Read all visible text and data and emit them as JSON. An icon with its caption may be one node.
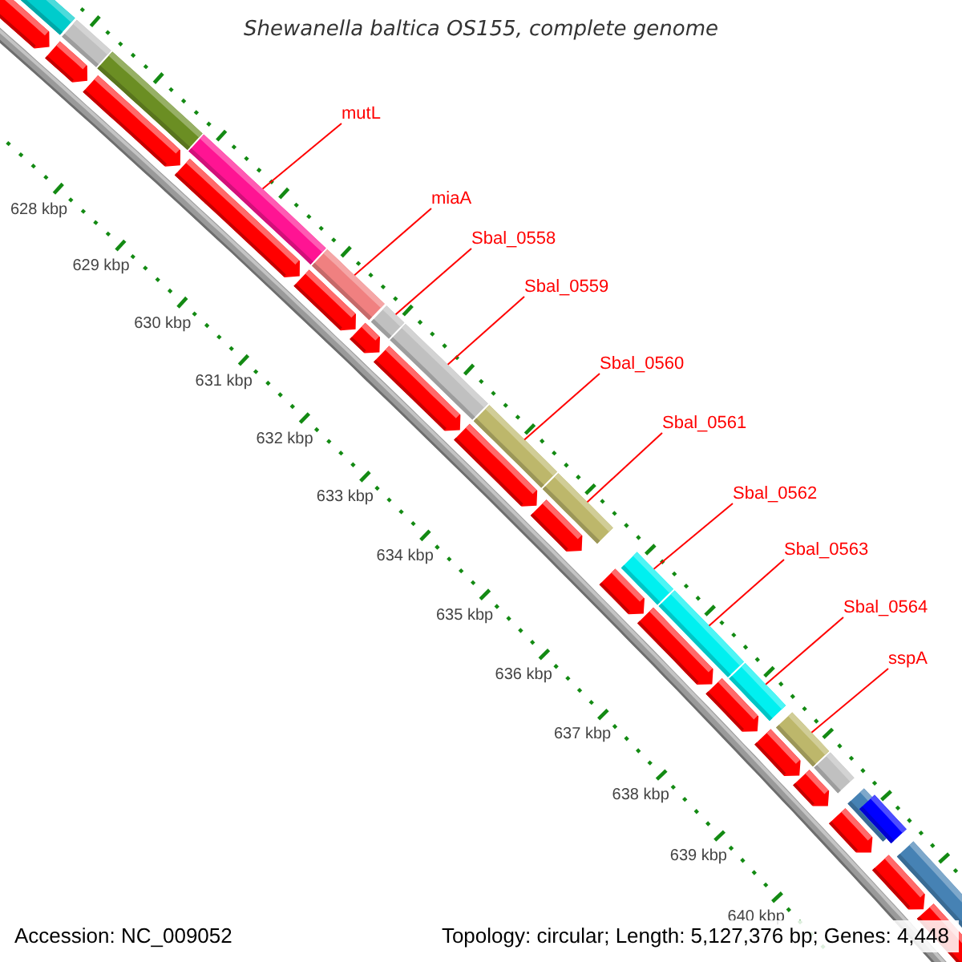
{
  "diagram": {
    "title": "Shewanella baltica OS155, complete genome",
    "nodes": [
      {
        "text": [
          "mutL"
        ]
      },
      {
        "text": [
          "miaA"
        ]
      },
      {
        "text": [
          "Sbal_0558"
        ]
      },
      {
        "text": [
          "Sbal_0559"
        ]
      },
      {
        "text": [
          "Sbal_0560"
        ]
      },
      {
        "text": [
          "Sbal_0561"
        ]
      },
      {
        "text": [
          "Sbal_0562"
        ]
      },
      {
        "text": [
          "Sbal_0563"
        ]
      },
      {
        "text": [
          "Sbal_0564"
        ]
      },
      {
        "text": [
          "sspA"
        ]
      },
      {
        "text": [],
        "shape": "bar"
      },
      {
        "text": [],
        "shape": "bar"
      },
      {
        "text": [],
        "shape": "bar"
      },
      {
        "text": [],
        "shape": "bar"
      },
      {
        "text": [],
        "shape": "bar"
      },
      {
        "text": [],
        "shape": "bar"
      },
      {
        "text": [],
        "shape": "bar"
      },
      {
        "text": [],
        "shape": "bar"
      },
      {
        "text": [],
        "shape": "bar"
      },
      {
        "text": [],
        "shape": "bar"
      }
    ],
    "edges": [
      {
        "from": 0,
        "to": 10,
        "arrow": "none"
      },
      {
        "from": 1,
        "to": 11,
        "arrow": "none"
      },
      {
        "from": 2,
        "to": 12,
        "arrow": "none"
      },
      {
        "from": 3,
        "to": 13,
        "arrow": "none"
      },
      {
        "from": 4,
        "to": 14,
        "arrow": "none"
      },
      {
        "from": 5,
        "to": 15,
        "arrow": "none"
      },
      {
        "from": 6,
        "to": 16,
        "arrow": "none"
      },
      {
        "from": 7,
        "to": 17,
        "arrow": "none"
      },
      {
        "from": 8,
        "to": 18,
        "arrow": "none"
      },
      {
        "from": 9,
        "to": 19,
        "arrow": "none"
      }
    ],
    "labels": [
      "628 kbp",
      "629 kbp",
      "630 kbp",
      "631 kbp",
      "632 kbp",
      "633 kbp",
      "634 kbp",
      "635 kbp",
      "636 kbp",
      "637 kbp",
      "638 kbp",
      "639 kbp",
      "640 kbp",
      "Accession: NC_009052",
      "Topology: circular; Length: 5,127,376 bp; Genes: 4,448"
    ]
  }
}
